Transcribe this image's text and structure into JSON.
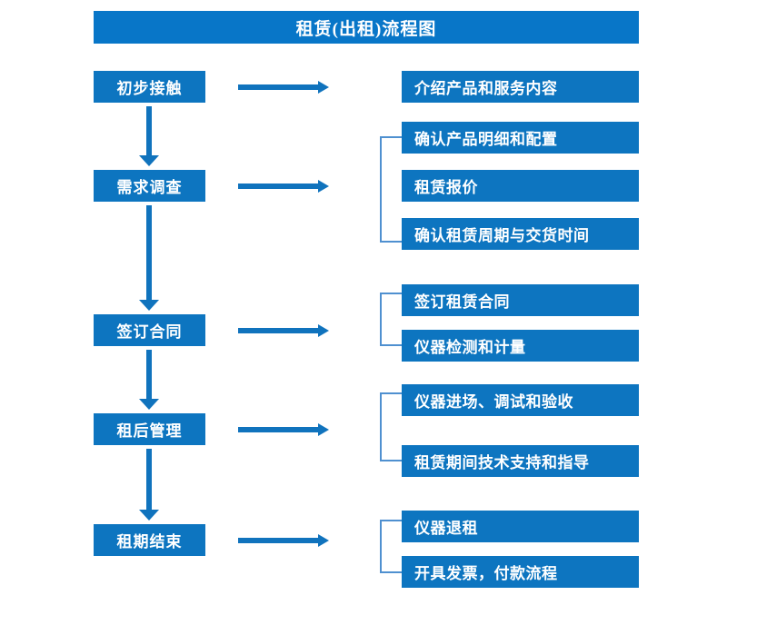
{
  "diagram": {
    "title": "租赁(出租)流程图",
    "colors": {
      "title_bar": "#0876c8",
      "box": "#0d75c0",
      "arrow": "#1073bd",
      "bracket": "#4f90d0",
      "text": "#ffffff",
      "background": "#ffffff"
    },
    "stages": [
      {
        "label": "初步接触"
      },
      {
        "label": "需求调查"
      },
      {
        "label": "签订合同"
      },
      {
        "label": "租后管理"
      },
      {
        "label": "租期结束"
      }
    ],
    "details": [
      {
        "label": "介绍产品和服务内容"
      },
      {
        "label": "确认产品明细和配置"
      },
      {
        "label": "租赁报价"
      },
      {
        "label": "确认租赁周期与交货时间"
      },
      {
        "label": "签订租赁合同"
      },
      {
        "label": "仪器检测和计量"
      },
      {
        "label": "仪器进场、调试和验收"
      },
      {
        "label": "租赁期间技术支持和指导"
      },
      {
        "label": "仪器退租"
      },
      {
        "label": "开具发票，付款流程"
      }
    ]
  }
}
